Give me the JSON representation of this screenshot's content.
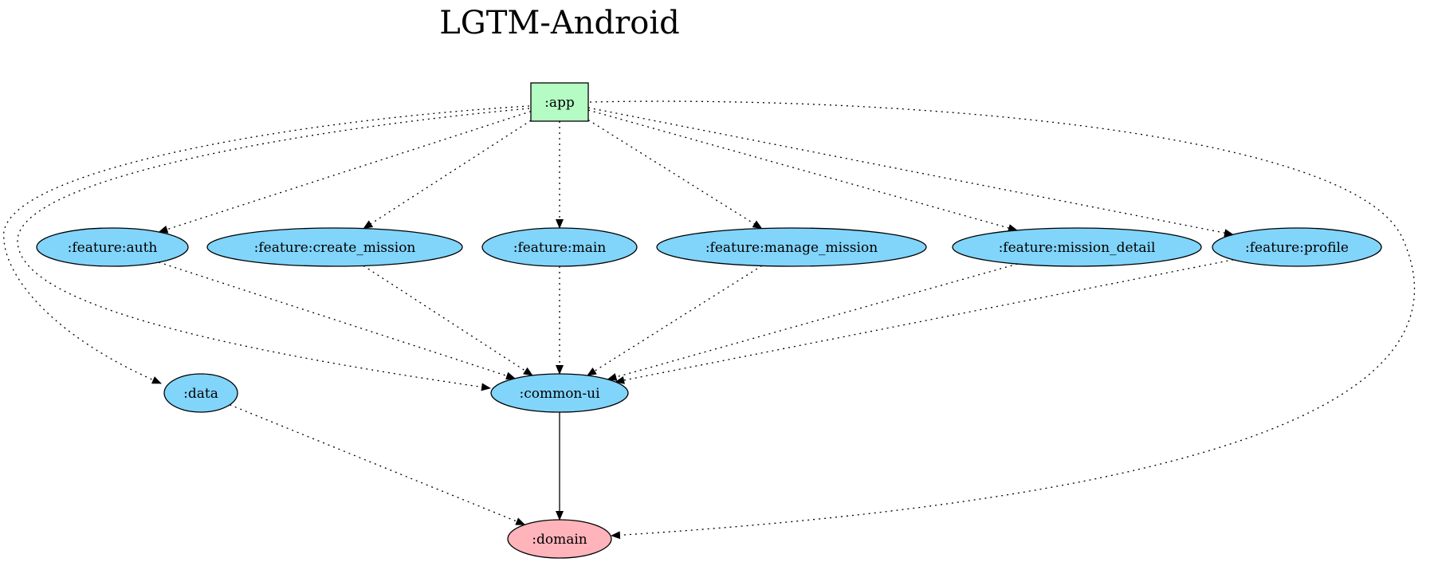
{
  "title": "LGTM-Android",
  "colors": {
    "app": "#b4fcc4",
    "module": "#81d4fa",
    "domain": "#ffb3ba",
    "stroke": "#000000"
  },
  "nodes": [
    {
      "id": "app",
      "label": ":app",
      "shape": "box",
      "color": "app"
    },
    {
      "id": "feature_auth",
      "label": ":feature:auth",
      "shape": "ellipse",
      "color": "module"
    },
    {
      "id": "feature_create_mission",
      "label": ":feature:create_mission",
      "shape": "ellipse",
      "color": "module"
    },
    {
      "id": "feature_main",
      "label": ":feature:main",
      "shape": "ellipse",
      "color": "module"
    },
    {
      "id": "feature_manage_mission",
      "label": ":feature:manage_mission",
      "shape": "ellipse",
      "color": "module"
    },
    {
      "id": "feature_mission_detail",
      "label": ":feature:mission_detail",
      "shape": "ellipse",
      "color": "module"
    },
    {
      "id": "feature_profile",
      "label": ":feature:profile",
      "shape": "ellipse",
      "color": "module"
    },
    {
      "id": "data",
      "label": ":data",
      "shape": "ellipse",
      "color": "module"
    },
    {
      "id": "common_ui",
      "label": ":common-ui",
      "shape": "ellipse",
      "color": "module"
    },
    {
      "id": "domain",
      "label": ":domain",
      "shape": "ellipse",
      "color": "domain"
    }
  ],
  "edges": [
    {
      "from": "app",
      "to": "feature_auth",
      "style": "dotted"
    },
    {
      "from": "app",
      "to": "feature_create_mission",
      "style": "dotted"
    },
    {
      "from": "app",
      "to": "feature_main",
      "style": "dotted"
    },
    {
      "from": "app",
      "to": "feature_manage_mission",
      "style": "dotted"
    },
    {
      "from": "app",
      "to": "feature_mission_detail",
      "style": "dotted"
    },
    {
      "from": "app",
      "to": "feature_profile",
      "style": "dotted"
    },
    {
      "from": "app",
      "to": "data",
      "style": "dotted"
    },
    {
      "from": "app",
      "to": "common_ui",
      "style": "dotted"
    },
    {
      "from": "app",
      "to": "domain",
      "style": "dotted"
    },
    {
      "from": "feature_auth",
      "to": "common_ui",
      "style": "dotted"
    },
    {
      "from": "feature_create_mission",
      "to": "common_ui",
      "style": "dotted"
    },
    {
      "from": "feature_main",
      "to": "common_ui",
      "style": "dotted"
    },
    {
      "from": "feature_manage_mission",
      "to": "common_ui",
      "style": "dotted"
    },
    {
      "from": "feature_mission_detail",
      "to": "common_ui",
      "style": "dotted"
    },
    {
      "from": "feature_profile",
      "to": "common_ui",
      "style": "dotted"
    },
    {
      "from": "data",
      "to": "domain",
      "style": "dotted"
    },
    {
      "from": "common_ui",
      "to": "domain",
      "style": "solid"
    }
  ]
}
